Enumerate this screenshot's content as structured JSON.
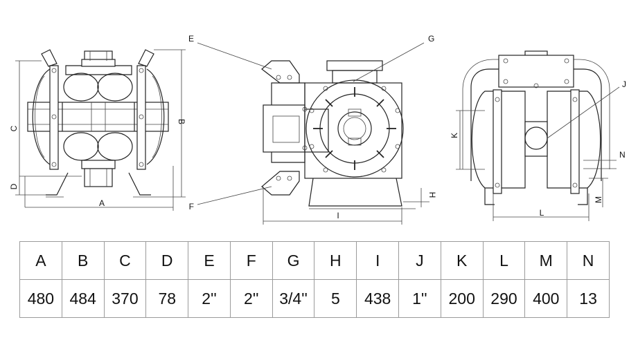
{
  "labels": {
    "a": "A",
    "b": "B",
    "c": "C",
    "d": "D",
    "e": "E",
    "f": "F",
    "g": "G",
    "h": "H",
    "i": "I",
    "j": "J",
    "k": "K",
    "l": "L",
    "m": "M",
    "n": "N"
  },
  "dimensions": {
    "headers": [
      "A",
      "B",
      "C",
      "D",
      "E",
      "F",
      "G",
      "H",
      "I",
      "J",
      "K",
      "L",
      "M",
      "N"
    ],
    "values": [
      "480",
      "484",
      "370",
      "78",
      "2''",
      "2''",
      "3/4''",
      "5",
      "438",
      "1''",
      "200",
      "290",
      "400",
      "13"
    ]
  }
}
